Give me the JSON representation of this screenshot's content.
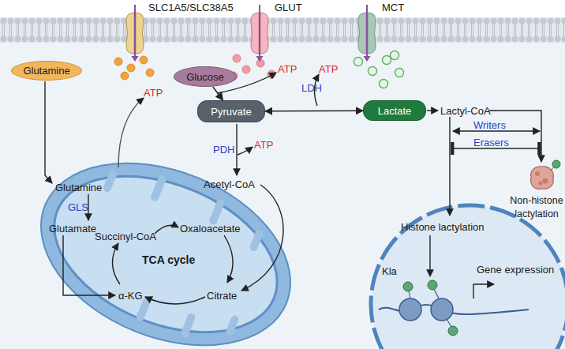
{
  "diagram": {
    "nodes": [
      {
        "text": [
          "SLC1A5/SLC38A5"
        ]
      },
      {
        "text": [
          "GLUT"
        ]
      },
      {
        "text": [
          "MCT"
        ]
      },
      {
        "text": [
          "Glutamine"
        ]
      },
      {
        "text": [
          "Glucose"
        ]
      },
      {
        "text": [
          "Pyruvate"
        ]
      },
      {
        "text": [
          "Lactate"
        ]
      },
      {
        "text": [
          "Non-histone lactylation"
        ]
      }
    ],
    "edges": [
      {
        "from": 4,
        "to": 5,
        "arrow": "to"
      },
      {
        "from": 5,
        "to": 6,
        "arrow": "both"
      }
    ],
    "labels": [
      "ATP",
      "ATP",
      "LDH",
      "PDH",
      "ATP",
      "Acetyl-CoA",
      "ATP",
      "Glutamine",
      "GLS",
      "Glutamate",
      "Succinyl-CoA",
      "Oxaloacetate",
      "TCA cycle",
      "α-KG",
      "Citrate",
      "Lactyl-CoA",
      "Writers",
      "Erasers",
      "Histone lactylation",
      "Kla",
      "Gene expression"
    ]
  }
}
